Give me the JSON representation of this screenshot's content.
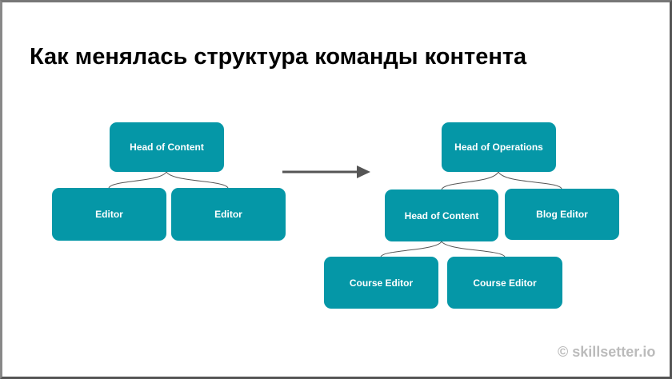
{
  "title": "Как менялась структура команды контента",
  "before": {
    "root": "Head of Content",
    "children": [
      "Editor",
      "Editor"
    ]
  },
  "after": {
    "root": "Head of Operations",
    "children": [
      "Head of Content",
      "Blog Editor"
    ],
    "grandchildren": [
      "Course Editor",
      "Course Editor"
    ]
  },
  "watermark": "© skillsetter.io",
  "colors": {
    "box": "#0597a7",
    "arrow": "#555555"
  }
}
